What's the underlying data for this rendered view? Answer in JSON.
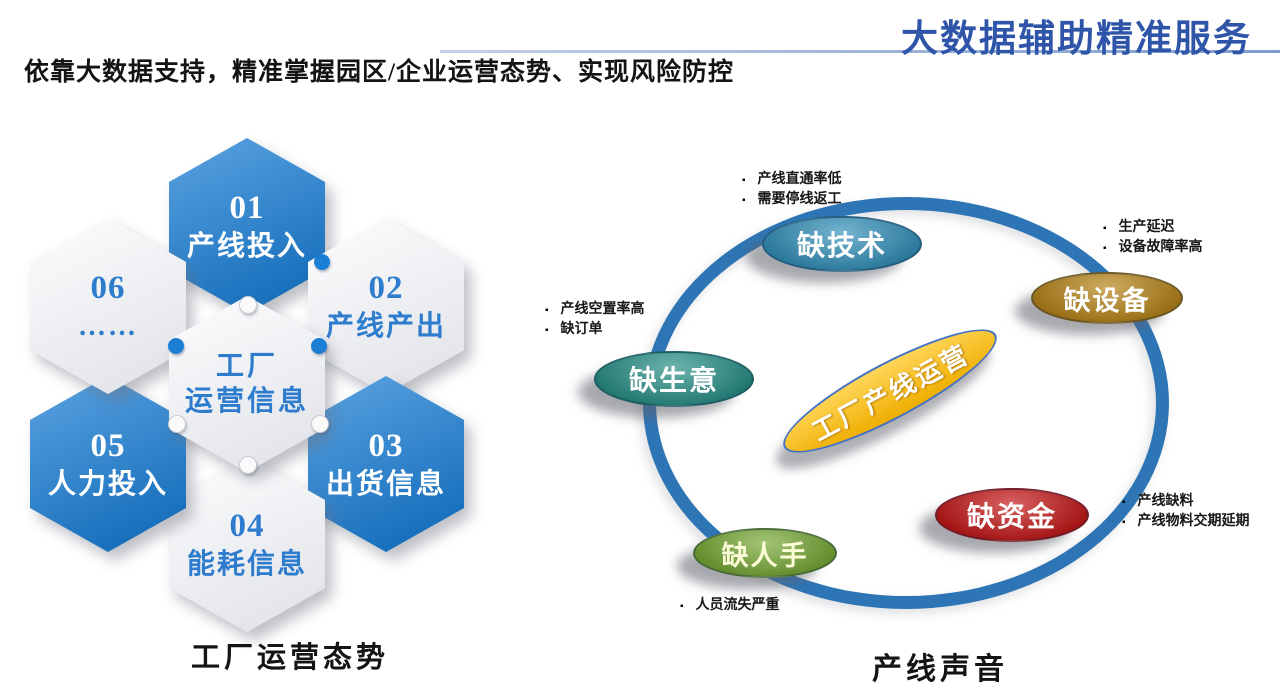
{
  "header": {
    "title": "大数据辅助精准服务",
    "subtitle": "依靠大数据支持，精准掌握园区/企业运营态势、实现风险防控"
  },
  "left_diagram": {
    "caption": "工厂运营态势",
    "center": {
      "line1": "工厂",
      "line2": "运营信息"
    },
    "hexagons": [
      {
        "num": "01",
        "label": "产线投入"
      },
      {
        "num": "02",
        "label": "产线产出"
      },
      {
        "num": "03",
        "label": "出货信息"
      },
      {
        "num": "04",
        "label": "能耗信息"
      },
      {
        "num": "05",
        "label": "人力投入"
      },
      {
        "num": "06",
        "label": "……"
      }
    ]
  },
  "right_diagram": {
    "caption": "产线声音",
    "center_label": "工厂产线运营",
    "bullet": "▪",
    "nodes": [
      {
        "label": "缺技术",
        "color": "#1f86b4",
        "notes": [
          "产线直通率低",
          "需要停线返工"
        ]
      },
      {
        "label": "缺设备",
        "color": "#b07800",
        "notes": [
          "生产延迟",
          "设备故障率高"
        ]
      },
      {
        "label": "缺生意",
        "color": "#12857c",
        "notes": [
          "产线空置率高",
          "缺订单"
        ]
      },
      {
        "label": "缺资金",
        "color": "#c00000",
        "notes": [
          "产线缺料",
          "产线物料交期延期"
        ]
      },
      {
        "label": "缺人手",
        "color": "#6aa121",
        "notes": [
          "人员流失严重"
        ]
      }
    ]
  },
  "colors": {
    "title_blue": "#2e55a8",
    "rule_blue": "#8fa7d2",
    "hex_blue": "#1b7fd6",
    "hex_text_blue": "#2e7ccd",
    "ring_blue": "#2e75b6",
    "center_orange": "#ffc000"
  }
}
